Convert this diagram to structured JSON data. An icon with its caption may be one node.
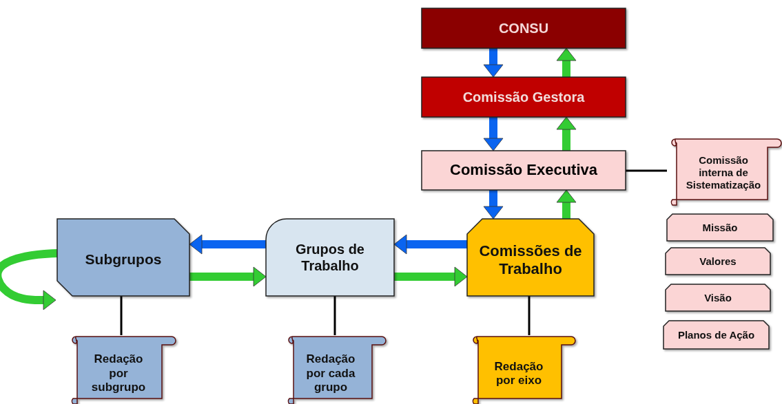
{
  "diagram": {
    "nodes": [
      {
        "text": [
          "CONSU"
        ]
      },
      {
        "text": [
          "Comissão Gestora"
        ]
      },
      {
        "text": [
          "Comissão Executiva"
        ]
      },
      {
        "text": [
          "Comissão interna de Sistematização"
        ]
      },
      {
        "text": [
          "Missão"
        ]
      },
      {
        "text": [
          "Valores"
        ]
      },
      {
        "text": [
          "Visão"
        ]
      },
      {
        "text": [
          "Planos de Ação"
        ]
      },
      {
        "text": [
          "Subgrupos"
        ]
      },
      {
        "text": [
          "Grupos de Trabalho"
        ]
      },
      {
        "text": [
          "Comissões de Trabalho"
        ]
      },
      {
        "text": [
          "Redação por subgrupo"
        ]
      },
      {
        "text": [
          "Redação por cada grupo"
        ]
      },
      {
        "text": [
          "Redação por eixo"
        ]
      }
    ],
    "edges": [
      {
        "from": 0,
        "to": 1,
        "arrow": "to",
        "color": "#0a64f0"
      },
      {
        "from": 1,
        "to": 0,
        "arrow": "to",
        "color": "#33cc33"
      },
      {
        "from": 1,
        "to": 2,
        "arrow": "to",
        "color": "#0a64f0"
      },
      {
        "from": 2,
        "to": 1,
        "arrow": "to",
        "color": "#33cc33"
      },
      {
        "from": 2,
        "to": 10,
        "arrow": "to",
        "color": "#0a64f0"
      },
      {
        "from": 10,
        "to": 2,
        "arrow": "to",
        "color": "#33cc33"
      },
      {
        "from": 10,
        "to": 9,
        "arrow": "to",
        "color": "#0a64f0"
      },
      {
        "from": 9,
        "to": 10,
        "arrow": "to",
        "color": "#33cc33"
      },
      {
        "from": 9,
        "to": 8,
        "arrow": "to",
        "color": "#0a64f0"
      },
      {
        "from": 8,
        "to": 9,
        "arrow": "to",
        "color": "#33cc33"
      },
      {
        "from": 8,
        "to": 8,
        "arrow": "to",
        "color": "#33cc33"
      },
      {
        "from": 2,
        "to": 3,
        "arrow": "none",
        "color": "#000000"
      },
      {
        "from": 8,
        "to": 11,
        "arrow": "none",
        "color": "#000000"
      },
      {
        "from": 9,
        "to": 12,
        "arrow": "none",
        "color": "#000000"
      },
      {
        "from": 10,
        "to": 13,
        "arrow": "none",
        "color": "#000000"
      }
    ]
  }
}
